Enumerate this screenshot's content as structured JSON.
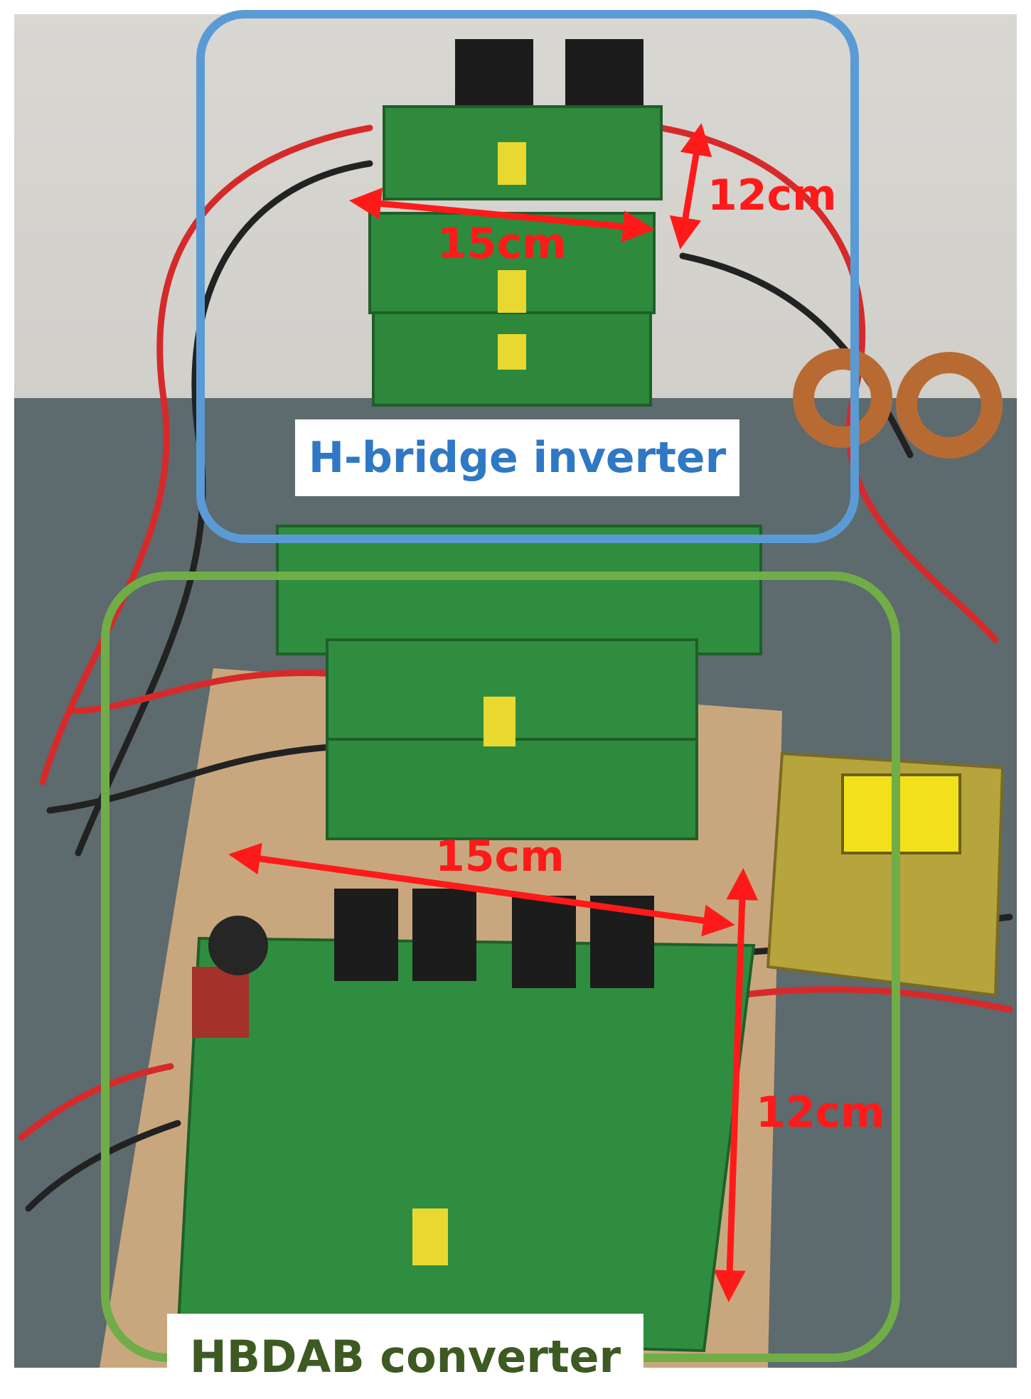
{
  "labels": {
    "inverter": "H-bridge inverter",
    "hbdab": "HBDAB converter"
  },
  "dimensions": {
    "top_width": "15cm",
    "top_height": "12cm",
    "bottom_width": "15cm",
    "bottom_height": "12cm"
  },
  "colors": {
    "inverter_frame": "#5b9bd5",
    "hbdab_frame": "#70ad47",
    "dimension_arrows": "#ff1a1a"
  }
}
